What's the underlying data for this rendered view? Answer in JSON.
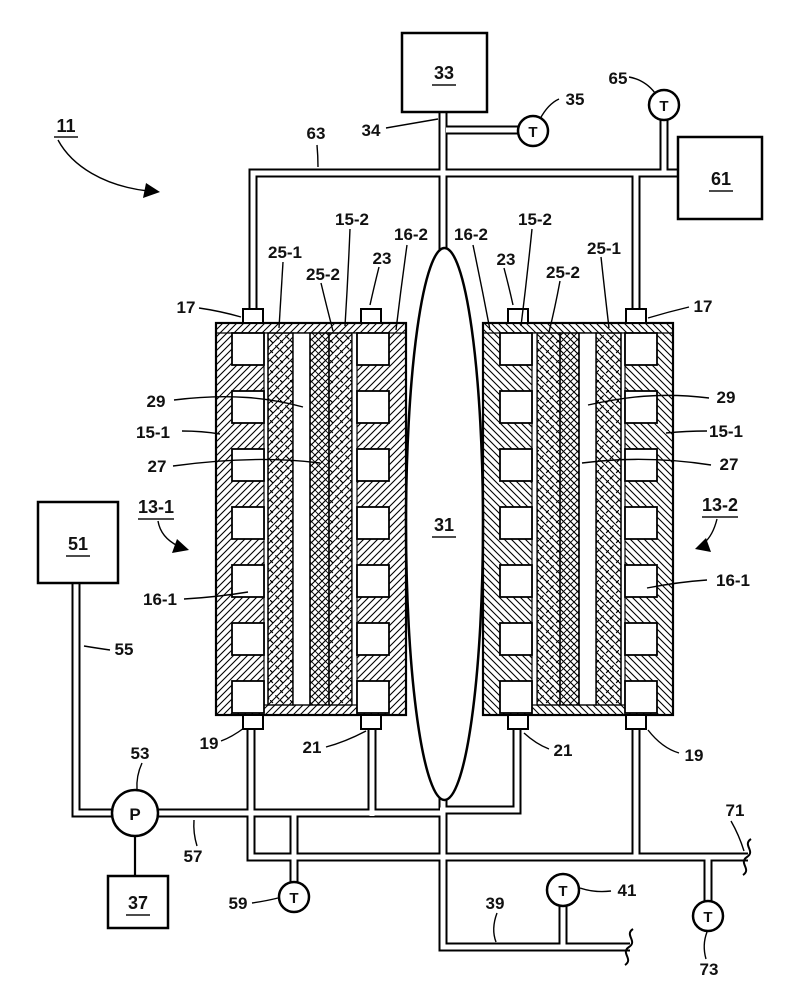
{
  "labels": {
    "n11": "11",
    "n63": "63",
    "n34": "34",
    "n35": "35",
    "n65": "65",
    "n33": "33",
    "n61": "61",
    "n17l": "17",
    "n17r": "17",
    "n23l": "23",
    "n23r": "23",
    "n25_1l": "25-1",
    "n25_2l": "25-2",
    "n15_2l": "15-2",
    "n16_2l": "16-2",
    "n16_2r": "16-2",
    "n15_2r": "15-2",
    "n25_2r": "25-2",
    "n25_1r": "25-1",
    "n29l": "29",
    "n29r": "29",
    "n15_1l": "15-1",
    "n15_1r": "15-1",
    "n27l": "27",
    "n27r": "27",
    "n13_1": "13-1",
    "n13_2": "13-2",
    "n16_1l": "16-1",
    "n16_1r": "16-1",
    "n31": "31",
    "n51": "51",
    "n55": "55",
    "n53": "53",
    "n57": "57",
    "n37": "37",
    "n59": "59",
    "n19l": "19",
    "n21l": "21",
    "n21r": "21",
    "n19r": "19",
    "n39": "39",
    "n41": "41",
    "n71": "71",
    "n73": "73"
  },
  "letters": {
    "t35": "T",
    "t65": "T",
    "t59": "T",
    "t41": "T",
    "t73": "T",
    "pump": "P"
  },
  "line_color": "#000000",
  "background_color": "#ffffff"
}
